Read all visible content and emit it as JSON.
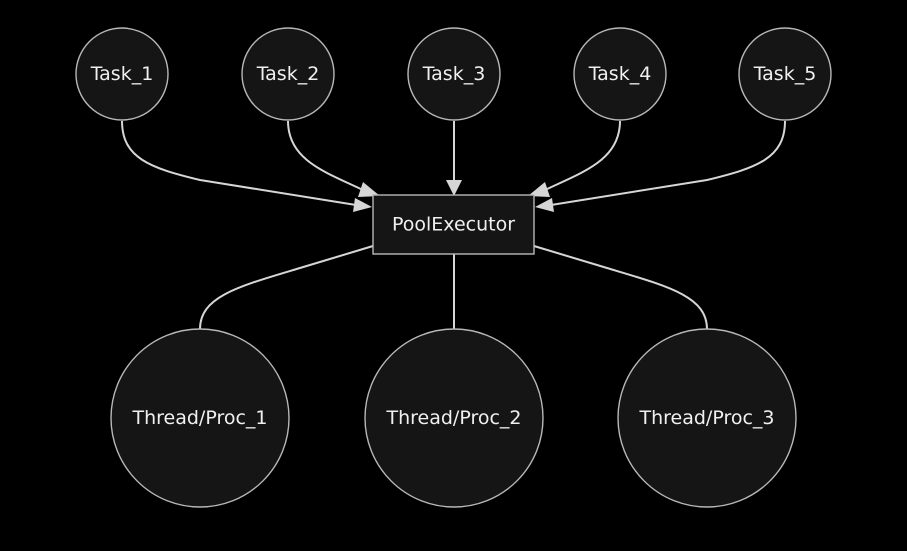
{
  "diagram": {
    "colors": {
      "background": "#000000",
      "node_fill": "#151515",
      "node_stroke": "#b8b8b8",
      "edge": "#d6d6d6",
      "text": "#f0f0f0"
    },
    "nodes": {
      "task_1": "Task_1",
      "task_2": "Task_2",
      "task_3": "Task_3",
      "task_4": "Task_4",
      "task_5": "Task_5",
      "executor": "PoolExecutor",
      "worker_1": "Thread/Proc_1",
      "worker_2": "Thread/Proc_2",
      "worker_3": "Thread/Proc_3"
    },
    "edges": [
      {
        "from": "task_1",
        "to": "executor",
        "arrow": true
      },
      {
        "from": "task_2",
        "to": "executor",
        "arrow": true
      },
      {
        "from": "task_3",
        "to": "executor",
        "arrow": true
      },
      {
        "from": "task_4",
        "to": "executor",
        "arrow": true
      },
      {
        "from": "task_5",
        "to": "executor",
        "arrow": true
      },
      {
        "from": "executor",
        "to": "worker_1",
        "arrow": false
      },
      {
        "from": "executor",
        "to": "worker_2",
        "arrow": false
      },
      {
        "from": "executor",
        "to": "worker_3",
        "arrow": false
      }
    ]
  }
}
